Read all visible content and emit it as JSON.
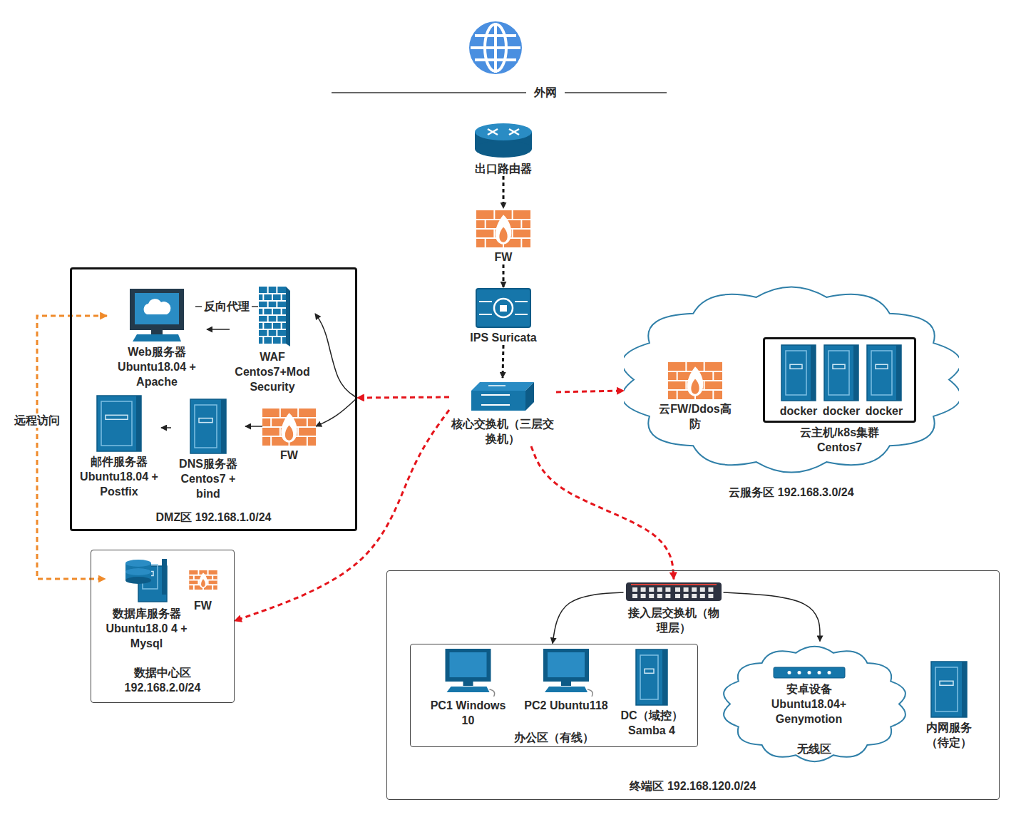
{
  "diagram": {
    "nodes": [
      {
        "text": [
          "外网"
        ]
      },
      {
        "text": [
          "出口路由器"
        ]
      },
      {
        "text": [
          "FW"
        ]
      },
      {
        "text": [
          "IPS Suricata"
        ]
      },
      {
        "text": [
          "DMZ区 192.168.1.0/24"
        ]
      },
      {
        "text": [
          "Web服务器 Ubuntu18.04 + Apache"
        ],
        "in": 4
      },
      {
        "text": [
          "WAF Centos7+Mod Security"
        ],
        "in": 4
      },
      {
        "text": [
          "邮件服务器 Ubuntu18.04 + Postfix"
        ],
        "in": 4
      },
      {
        "text": [
          "DNS服务器 Centos7 + bind"
        ],
        "in": 4
      },
      {
        "text": [
          "FW"
        ],
        "in": 4
      },
      {
        "text": [
          "核心交换机（三层交换机）"
        ]
      },
      {
        "text": [
          "云服务区 192.168.3.0/24"
        ]
      },
      {
        "text": [
          "云FW/Ddos高防"
        ],
        "in": 11
      },
      {
        "text": [
          "云主机/k8s集群 Centos7"
        ],
        "in": 11
      },
      {
        "text": [
          "docker"
        ],
        "in": 13
      },
      {
        "text": [
          "docker"
        ],
        "in": 13
      },
      {
        "text": [
          "docker"
        ],
        "in": 13
      },
      {
        "text": [
          "数据中心区 192.168.2.0/24"
        ]
      },
      {
        "text": [
          "数据库服务器 Ubuntu18.0 4 + Mysql"
        ],
        "in": 17
      },
      {
        "text": [
          "FW"
        ],
        "in": 17
      },
      {
        "text": [
          "终端区 192.168.120.0/24"
        ]
      },
      {
        "text": [
          "接入层交换机（物理层）"
        ],
        "in": 20
      },
      {
        "text": [
          "办公区（有线）"
        ],
        "in": 20
      },
      {
        "text": [
          "PC1 Windows 10"
        ],
        "in": 22
      },
      {
        "text": [
          "PC2 Ubuntu118"
        ],
        "in": 22
      },
      {
        "text": [
          "DC（域控） Samba 4"
        ],
        "in": 22
      },
      {
        "text": [
          "无线区"
        ],
        "in": 20
      },
      {
        "text": [
          "安卓设备 Ubuntu18.04+ Genymotion"
        ],
        "in": 26
      },
      {
        "text": [
          "内网服务（待定）"
        ],
        "in": 20
      }
    ],
    "edges": [
      {
        "from": 1,
        "to": 2,
        "arrow": "to"
      },
      {
        "from": 2,
        "to": 3,
        "arrow": "to"
      },
      {
        "from": 3,
        "to": 10,
        "arrow": "to"
      },
      {
        "from": 10,
        "to": 4,
        "arrow": "to"
      },
      {
        "from": 4,
        "to": 6,
        "arrow": "to"
      },
      {
        "from": 4,
        "to": 9,
        "arrow": "to"
      },
      {
        "from": 6,
        "to": 5,
        "label": "反向代理",
        "arrow": "to"
      },
      {
        "from": 9,
        "to": 8,
        "arrow": "to"
      },
      {
        "from": 8,
        "to": 7,
        "arrow": "to"
      },
      {
        "from": 10,
        "to": 11,
        "arrow": "to"
      },
      {
        "from": 12,
        "to": 13,
        "arrow": "to"
      },
      {
        "from": 10,
        "to": 17,
        "arrow": "to"
      },
      {
        "from": 10,
        "to": 21,
        "arrow": "to"
      },
      {
        "from": 21,
        "to": 22,
        "arrow": "to"
      },
      {
        "from": 21,
        "to": 26,
        "arrow": "to"
      },
      {
        "from": 5,
        "to": 18,
        "label": "远程访问",
        "arrow": "both"
      }
    ]
  }
}
